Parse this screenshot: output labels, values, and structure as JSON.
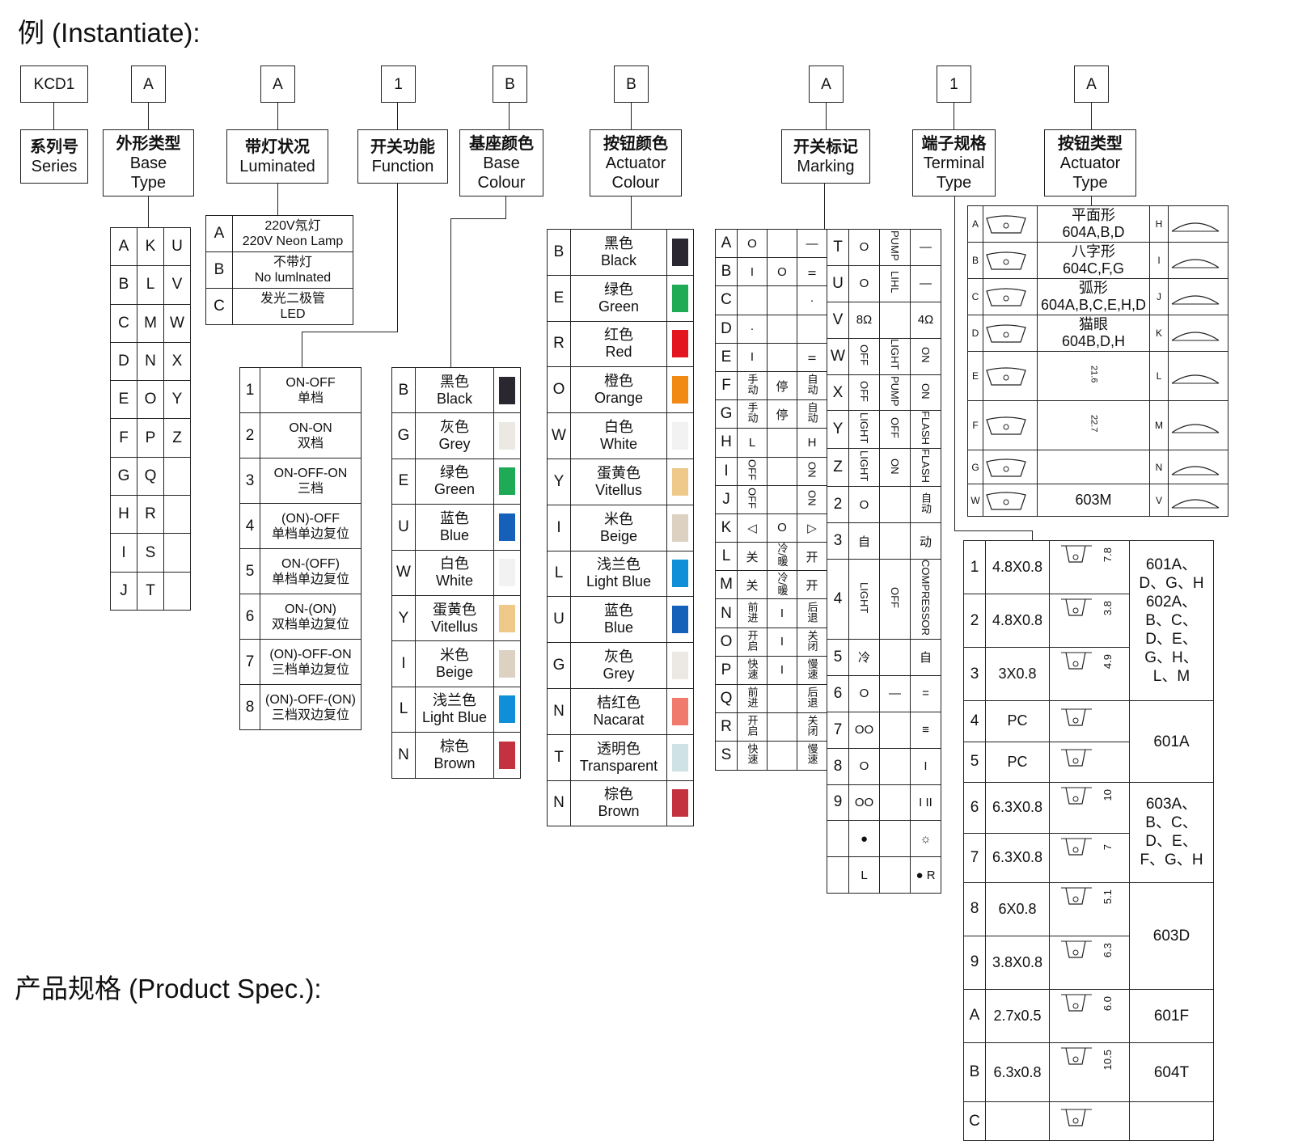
{
  "title_top": "例 (Instantiate):",
  "title_bottom": "产品规格 (Product Spec.):",
  "code": [
    "KCD1",
    "A",
    "A",
    "1",
    "B",
    "B",
    "A",
    "1",
    "A"
  ],
  "headers": [
    {
      "zh": "系列号",
      "en": [
        "Series"
      ]
    },
    {
      "zh": "外形类型",
      "en": [
        "Base",
        "Type"
      ]
    },
    {
      "zh": "带灯状况",
      "en": [
        "Luminated"
      ]
    },
    {
      "zh": "开关功能",
      "en": [
        "Function"
      ]
    },
    {
      "zh": "基座颜色",
      "en": [
        "Base",
        "Colour"
      ]
    },
    {
      "zh": "按钮颜色",
      "en": [
        "Actuator",
        "Colour"
      ]
    },
    {
      "zh": "开关标记",
      "en": [
        "Marking"
      ]
    },
    {
      "zh": "端子规格",
      "en": [
        "Terminal",
        "Type"
      ]
    },
    {
      "zh": "按钮类型",
      "en": [
        "Actuator",
        "Type"
      ]
    }
  ],
  "base_type_grid": [
    [
      "A",
      "K",
      "U"
    ],
    [
      "B",
      "L",
      "V"
    ],
    [
      "C",
      "M",
      "W"
    ],
    [
      "D",
      "N",
      "X"
    ],
    [
      "E",
      "O",
      "Y"
    ],
    [
      "F",
      "P",
      "Z"
    ],
    [
      "G",
      "Q",
      ""
    ],
    [
      "H",
      "R",
      ""
    ],
    [
      "I",
      "S",
      ""
    ],
    [
      "J",
      "T",
      ""
    ]
  ],
  "luminated": [
    {
      "code": "A",
      "zh": "220V氖灯",
      "en": "220V Neon Lamp"
    },
    {
      "code": "B",
      "zh": "不带灯",
      "en": "No lumlnated"
    },
    {
      "code": "C",
      "zh": "发光二极管",
      "en": "LED"
    }
  ],
  "function": [
    {
      "code": "1",
      "en": "ON-OFF",
      "zh": "单档"
    },
    {
      "code": "2",
      "en": "ON-ON",
      "zh": "双档"
    },
    {
      "code": "3",
      "en": "ON-OFF-ON",
      "zh": "三档"
    },
    {
      "code": "4",
      "en": "(ON)-OFF",
      "zh": "单档单边复位"
    },
    {
      "code": "5",
      "en": "ON-(OFF)",
      "zh": "单档单边复位"
    },
    {
      "code": "6",
      "en": "ON-(ON)",
      "zh": "双档单边复位"
    },
    {
      "code": "7",
      "en": "(ON)-OFF-ON",
      "zh": "三档单边复位"
    },
    {
      "code": "8",
      "en": "(ON)-OFF-(ON)",
      "zh": "三档双边复位"
    }
  ],
  "base_colour": [
    {
      "code": "B",
      "zh": "黑色",
      "en": "Black",
      "color": "#2b2730"
    },
    {
      "code": "G",
      "zh": "灰色",
      "en": "Grey",
      "color": "#ece8e3"
    },
    {
      "code": "E",
      "zh": "绿色",
      "en": "Green",
      "color": "#1faa55"
    },
    {
      "code": "U",
      "zh": "蓝色",
      "en": "Blue",
      "color": "#1560b8"
    },
    {
      "code": "W",
      "zh": "白色",
      "en": "White",
      "color": "#f2f2f2"
    },
    {
      "code": "Y",
      "zh": "蛋黄色",
      "en": "Vitellus",
      "color": "#eec98a"
    },
    {
      "code": "I",
      "zh": "米色",
      "en": "Beige",
      "color": "#ddd2c2"
    },
    {
      "code": "L",
      "zh": "浅兰色",
      "en": "Light Blue",
      "color": "#0f8fd8"
    },
    {
      "code": "N",
      "zh": "棕色",
      "en": "Brown",
      "color": "#c5323f"
    }
  ],
  "actuator_colour": [
    {
      "code": "B",
      "zh": "黑色",
      "en": "Black",
      "color": "#2b2730"
    },
    {
      "code": "E",
      "zh": "绿色",
      "en": "Green",
      "color": "#1faa55"
    },
    {
      "code": "R",
      "zh": "红色",
      "en": "Red",
      "color": "#e3151f"
    },
    {
      "code": "O",
      "zh": "橙色",
      "en": "Orange",
      "color": "#f08a14"
    },
    {
      "code": "W",
      "zh": "白色",
      "en": "White",
      "color": "#f2f2f2"
    },
    {
      "code": "Y",
      "zh": "蛋黄色",
      "en": "Vitellus",
      "color": "#eec98a"
    },
    {
      "code": "I",
      "zh": "米色",
      "en": "Beige",
      "color": "#ddd2c2"
    },
    {
      "code": "L",
      "zh": "浅兰色",
      "en": "Light Blue",
      "color": "#0f8fd8"
    },
    {
      "code": "U",
      "zh": "蓝色",
      "en": "Blue",
      "color": "#1560b8"
    },
    {
      "code": "G",
      "zh": "灰色",
      "en": "Grey",
      "color": "#ece8e3"
    },
    {
      "code": "N",
      "zh": "桔红色",
      "en": "Nacarat",
      "color": "#f07a6c"
    },
    {
      "code": "T",
      "zh": "透明色",
      "en": "Transparent",
      "color": "#cfe2e6"
    },
    {
      "code": "N",
      "zh": "棕色",
      "en": "Brown",
      "color": "#c5323f"
    }
  ],
  "marking_left": [
    {
      "code": "A",
      "a": "O",
      "b": "",
      "c": "—"
    },
    {
      "code": "B",
      "a": "I",
      "b": "O",
      "c": "II"
    },
    {
      "code": "C",
      "a": "",
      "b": "",
      "c": "·"
    },
    {
      "code": "D",
      "a": "·",
      "b": "",
      "c": ""
    },
    {
      "code": "E",
      "a": "I",
      "b": "",
      "c": "II"
    },
    {
      "code": "F",
      "a": "手动",
      "b": "停",
      "c": "自动"
    },
    {
      "code": "G",
      "a": "手动",
      "b": "停",
      "c": "自动"
    },
    {
      "code": "H",
      "a": "L",
      "b": "",
      "c": "H"
    },
    {
      "code": "I",
      "a": "OFF",
      "b": "",
      "c": "ON"
    },
    {
      "code": "J",
      "a": "OFF",
      "b": "",
      "c": "ON"
    },
    {
      "code": "K",
      "a": "◁",
      "b": "O",
      "c": "▷"
    },
    {
      "code": "L",
      "a": "关",
      "b": "冷/暖",
      "c": "开"
    },
    {
      "code": "M",
      "a": "关",
      "b": "冷/暖",
      "c": "开"
    },
    {
      "code": "N",
      "a": "前进",
      "b": "I",
      "c": "后退"
    },
    {
      "code": "O",
      "a": "开启",
      "b": "I",
      "c": "关闭"
    },
    {
      "code": "P",
      "a": "快速",
      "b": "I",
      "c": "慢速"
    },
    {
      "code": "Q",
      "a": "前进",
      "b": "",
      "c": "后退"
    },
    {
      "code": "R",
      "a": "开启",
      "b": "",
      "c": "关闭"
    },
    {
      "code": "S",
      "a": "快速",
      "b": "",
      "c": "慢速"
    }
  ],
  "marking_right": [
    {
      "code": "T",
      "a": "O",
      "b": "PUMP",
      "c": "—"
    },
    {
      "code": "U",
      "a": "O",
      "b": "LIHL",
      "c": "—"
    },
    {
      "code": "V",
      "a": "8Ω",
      "b": "",
      "c": "4Ω"
    },
    {
      "code": "W",
      "a": "OFF",
      "b": "LIGHT",
      "c": "ON"
    },
    {
      "code": "X",
      "a": "OFF",
      "b": "PUMP",
      "c": "ON"
    },
    {
      "code": "Y",
      "a": "LIGHT",
      "b": "OFF",
      "c": "FLASH"
    },
    {
      "code": "Z",
      "a": "LIGHT",
      "b": "ON",
      "c": "FLASH"
    },
    {
      "code": "2",
      "a": "O",
      "b": "",
      "c": "自动"
    },
    {
      "code": "3",
      "a": "自",
      "b": "",
      "c": "动"
    },
    {
      "code": "4",
      "a": "LIGHT",
      "b": "OFF",
      "c": "COMPRESSOR"
    },
    {
      "code": "5",
      "a": "冷",
      "b": "",
      "c": "自"
    },
    {
      "code": "6",
      "a": "O",
      "b": "—",
      "c": "="
    },
    {
      "code": "7",
      "a": "OO",
      "b": "",
      "c": "≡"
    },
    {
      "code": "8",
      "a": "O",
      "b": "",
      "c": "I"
    },
    {
      "code": "9",
      "a": "OO",
      "b": "",
      "c": "I II"
    },
    {
      "code": "",
      "a": "●",
      "b": "",
      "c": "☼"
    },
    {
      "code": "",
      "a": "L",
      "b": "",
      "c": "● R"
    }
  ],
  "actuator_type": [
    {
      "code": "A",
      "zh": "平面形",
      "en": "604A,B,D",
      "right": "H"
    },
    {
      "code": "B",
      "zh": "八字形",
      "en": "604C,F,G",
      "right": "I"
    },
    {
      "code": "C",
      "zh": "弧形",
      "en": "604A,B,C,E,H,D",
      "right": "J"
    },
    {
      "code": "D",
      "zh": "猫眼",
      "en": "604B,D,H",
      "right": "K"
    },
    {
      "code": "E",
      "zh": "",
      "en": "",
      "dim": "21.6",
      "right": "L"
    },
    {
      "code": "F",
      "zh": "",
      "en": "",
      "dim": "22.7",
      "right": "M"
    },
    {
      "code": "G",
      "zh": "",
      "en": "",
      "right": "N"
    },
    {
      "code": "W",
      "zh": "",
      "en": "603M",
      "right": "V"
    }
  ],
  "terminal": [
    {
      "code": "1",
      "size": "4.8X0.8",
      "dim": "7.8"
    },
    {
      "code": "2",
      "size": "4.8X0.8",
      "dim": "3.8"
    },
    {
      "code": "3",
      "size": "3X0.8",
      "dim": "4.9"
    },
    {
      "code": "4",
      "size": "PC",
      "dim": ""
    },
    {
      "code": "5",
      "size": "PC",
      "dim": ""
    },
    {
      "code": "6",
      "size": "6.3X0.8",
      "dim": "10"
    },
    {
      "code": "7",
      "size": "6.3X0.8",
      "dim": "7"
    },
    {
      "code": "8",
      "size": "6X0.8",
      "dim": "5.1"
    },
    {
      "code": "9",
      "size": "3.8X0.8",
      "dim": "6.3"
    },
    {
      "code": "A",
      "size": "2.7x0.5",
      "dim": "6.0"
    },
    {
      "code": "B",
      "size": "6.3x0.8",
      "dim": "10.5"
    },
    {
      "code": "C",
      "size": "",
      "dim": ""
    }
  ],
  "terminal_specs": [
    "601A、D、G、H 602A、B、C、D、E、G、H、L、M",
    "601A",
    "603A、B、C、D、E、F、G、H",
    "603D",
    "601F",
    "604T",
    ""
  ]
}
